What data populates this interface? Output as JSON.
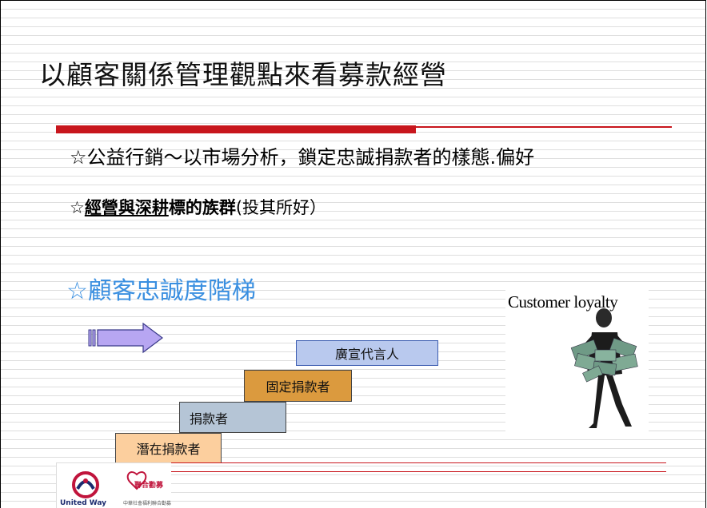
{
  "slide": {
    "title": "以顧客關係管理觀點來看募款經營",
    "bullet1": "☆公益行銷～以市場分析，鎖定忠誠捐款者的樣態.偏好",
    "bullet2": {
      "star": "☆",
      "underlined": "經營與深耕",
      "bold_rest": "標的族群",
      "paren": "(投其所好）"
    },
    "ladder_heading": "☆顧客忠誠度階梯",
    "steps": [
      {
        "label": "潛在捐款者",
        "color": "#fccf9e"
      },
      {
        "label": "捐款者",
        "color": "#b5c5d6"
      },
      {
        "label": "固定捐款者",
        "color": "#db9a3e"
      },
      {
        "label": "廣宣代言人",
        "color": "#b9c9ee"
      }
    ],
    "photo_caption": "Customer loyalty",
    "logo": {
      "left_text": "United Way",
      "right_text": "聯合勸募",
      "sub_text": "中華社會福利聯合勸募協會"
    },
    "colors": {
      "accent_red": "#c8161d",
      "heading_blue": "#3a8fe0",
      "arrow_purple": "#b7a6f2"
    }
  }
}
